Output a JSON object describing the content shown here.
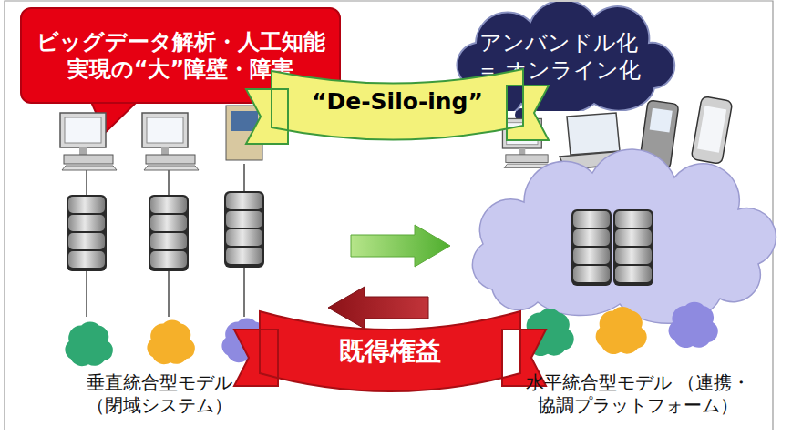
{
  "diagram": {
    "nodes": [
      {
        "text": [
          "ビッグデータ解析・人工知能 実現の“大”障壁・障害"
        ]
      },
      {
        "text": [
          "アンバンドル化 ＝ オンライン化"
        ]
      },
      {
        "text": [
          "“De-Silo-ing”"
        ]
      },
      {
        "text": [
          "既得権益"
        ]
      }
    ],
    "labels": [
      "垂直統合型モデル （閉域システム）",
      "水平統合型モデル （連携・協調プラットフォーム）"
    ]
  }
}
